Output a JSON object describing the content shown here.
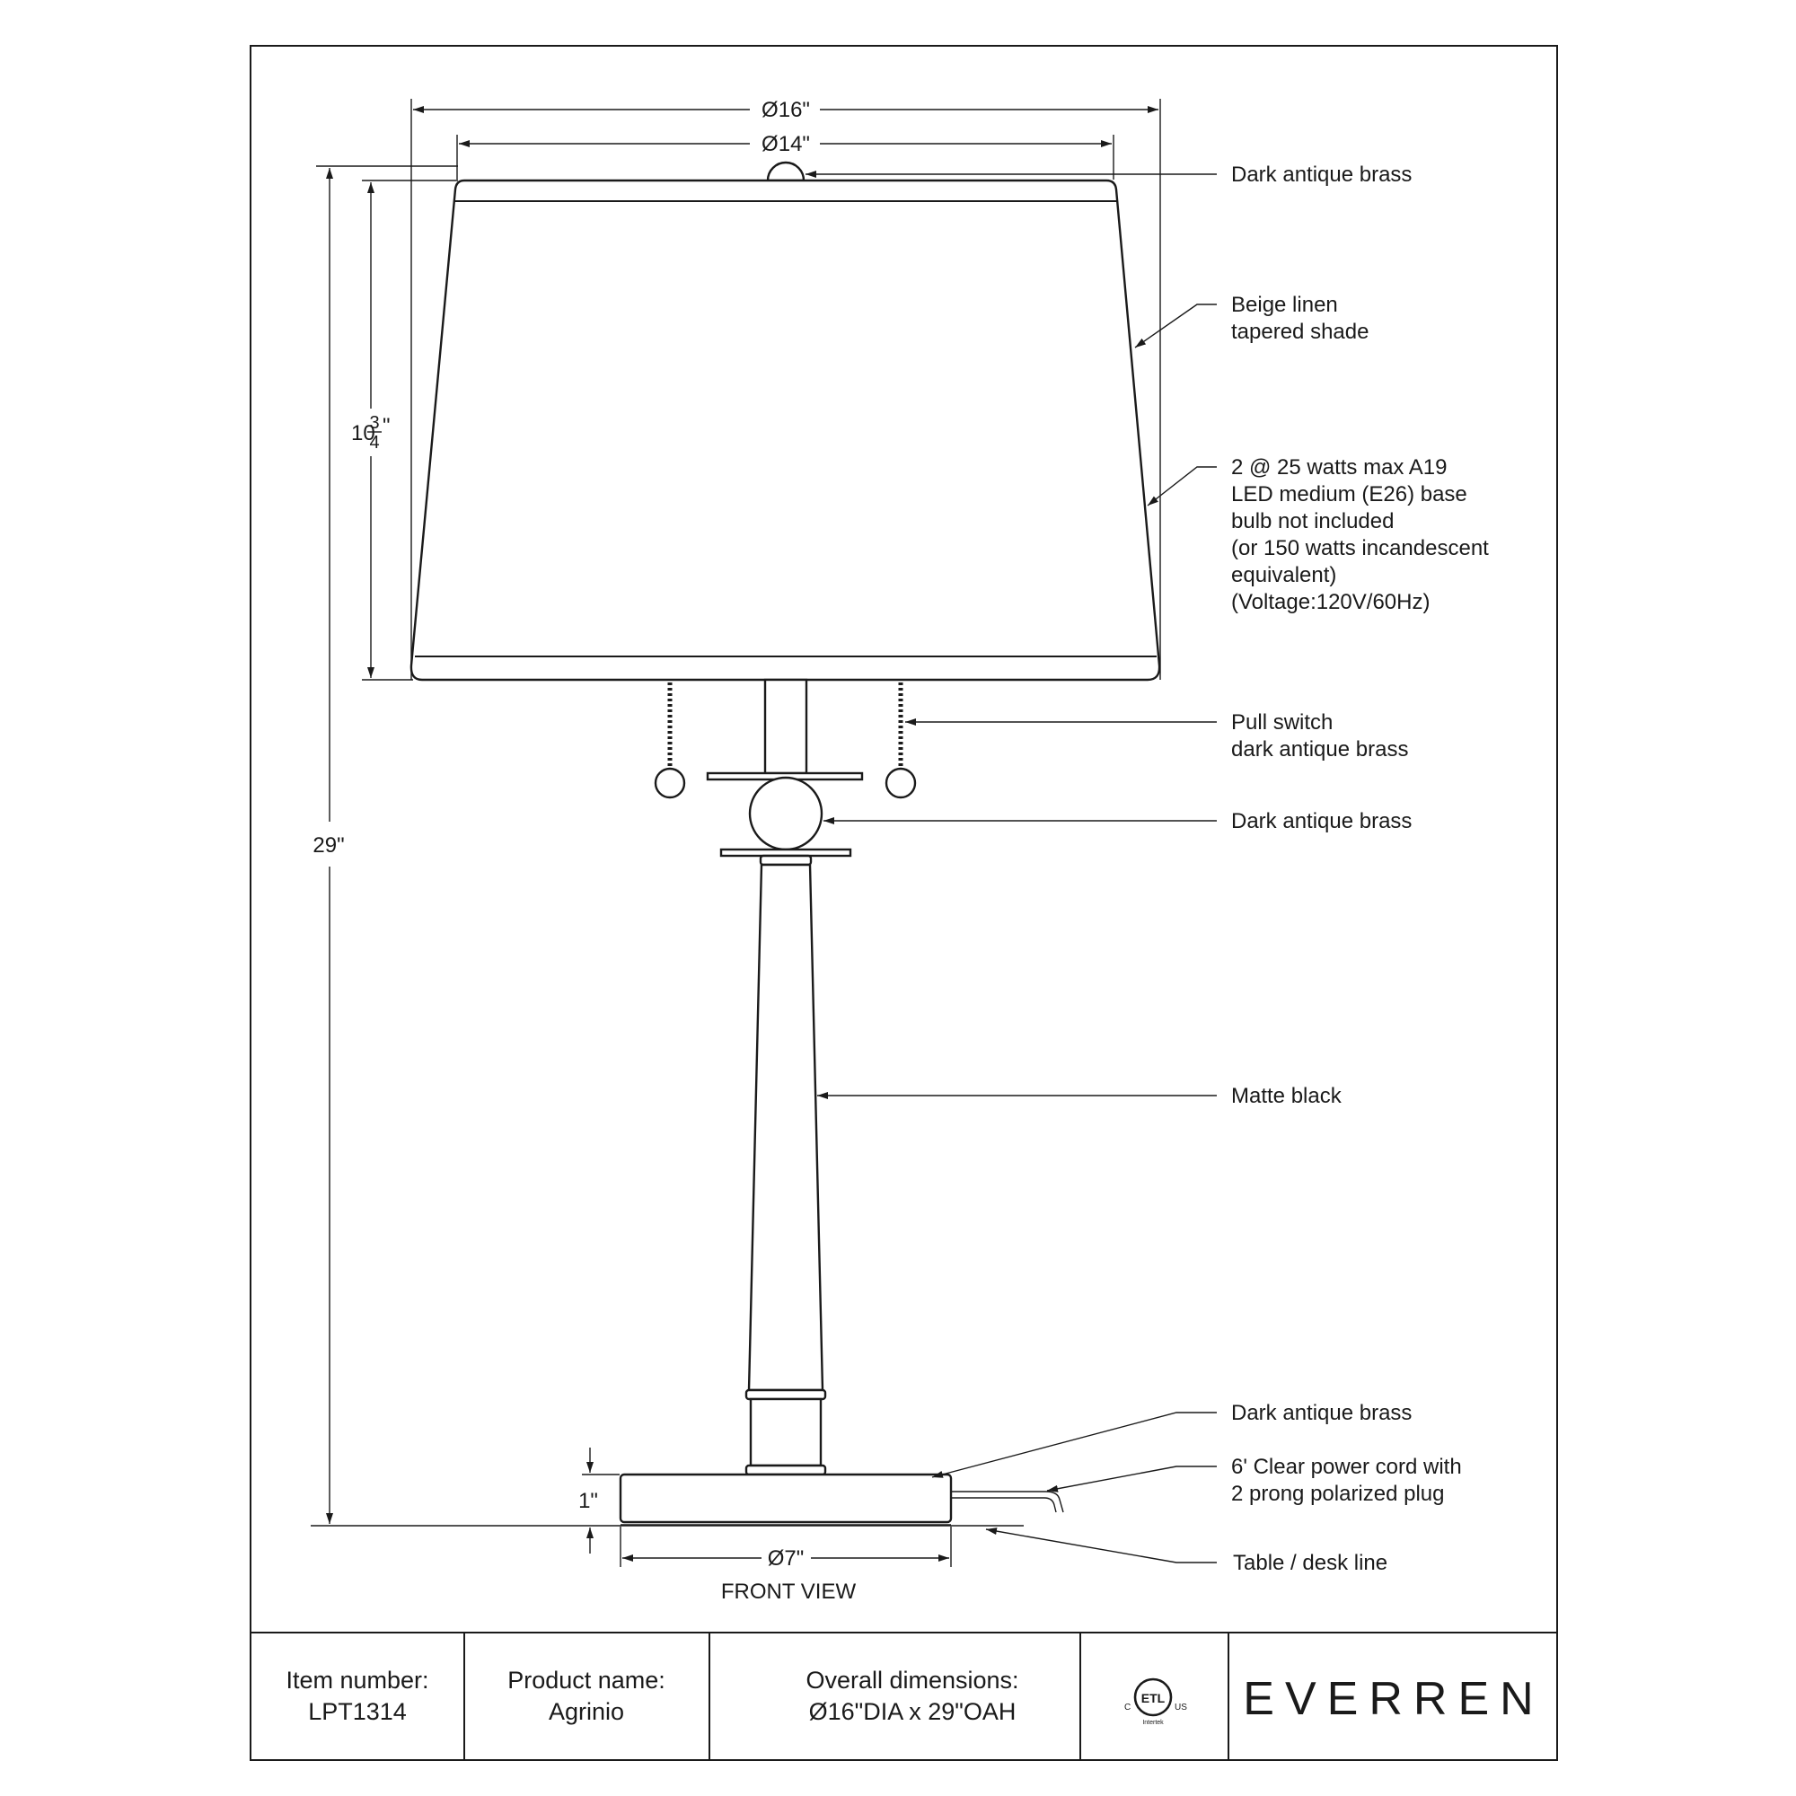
{
  "dimensions": {
    "shade_bottom_diameter": "Ø16\"",
    "shade_top_diameter": "Ø14\"",
    "shade_height_whole": "10",
    "shade_height_num": "3",
    "shade_height_den": "4",
    "shade_height_unit": "\"",
    "overall_height": "29\"",
    "base_height": "1\"",
    "base_diameter": "Ø7\""
  },
  "callouts": {
    "finial": [
      "Dark antique brass"
    ],
    "shade": [
      "Beige linen",
      "tapered shade"
    ],
    "bulb": [
      "2 @ 25 watts max A19",
      "LED medium (E26) base",
      "bulb not included",
      "(or 150 watts incandescent",
      "equivalent)",
      "(Voltage:120V/60Hz)"
    ],
    "pull_switch": [
      "Pull switch",
      "dark antique brass"
    ],
    "ball": [
      "Dark antique brass"
    ],
    "column": [
      "Matte black"
    ],
    "base_ring": [
      "Dark antique brass"
    ],
    "power_cord": [
      "6' Clear power cord with",
      "2 prong polarized plug"
    ],
    "table_line": [
      "Table / desk line"
    ]
  },
  "view_label": "FRONT VIEW",
  "title_block": {
    "item_label": "Item number:",
    "item_value": "LPT1314",
    "product_label": "Product name:",
    "product_value": "Agrinio",
    "dims_label": "Overall dimensions:",
    "dims_value": "Ø16\"DIA x 29\"OAH",
    "cert_left": "C",
    "cert_right": "US",
    "cert_mark": "ETL",
    "cert_lab": "Intertek",
    "brand": "EVERREN"
  }
}
